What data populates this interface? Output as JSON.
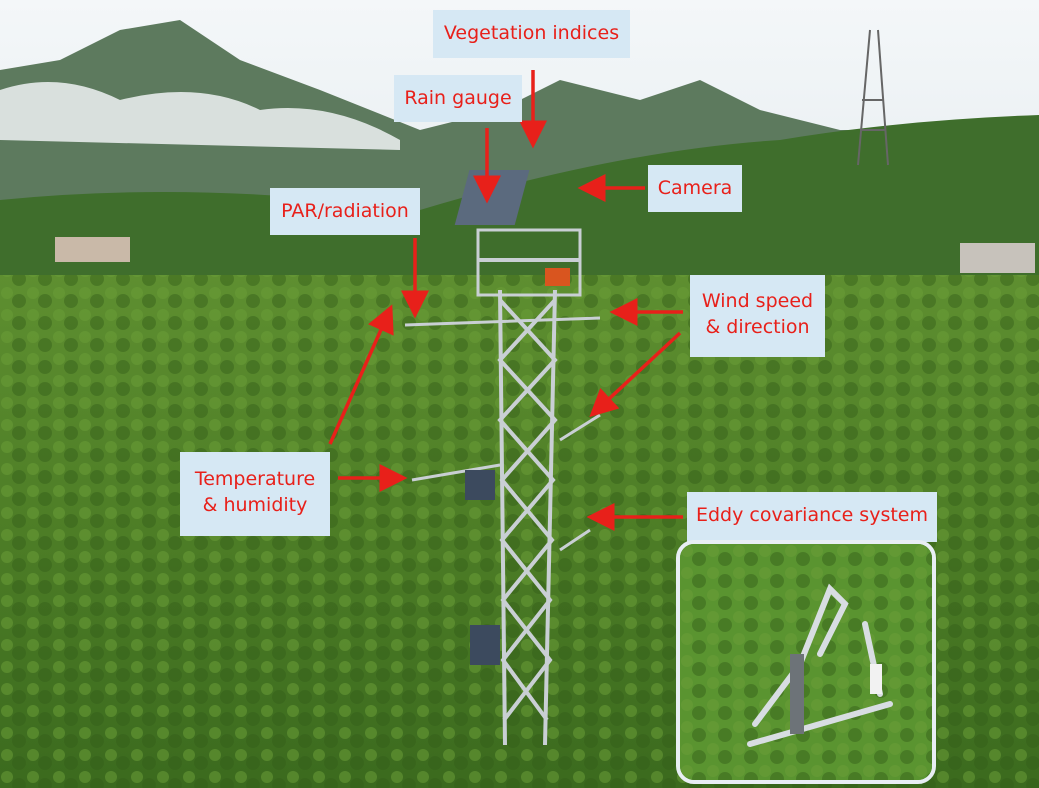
{
  "labels": {
    "vegetation_indices": "Vegetation indices",
    "rain_gauge": "Rain gauge",
    "camera": "Camera",
    "par_radiation": "PAR/radiation",
    "wind_line1": "Wind speed",
    "wind_line2": "& direction",
    "temp_line1": "Temperature",
    "temp_line2": "& humidity",
    "eddy_covariance": "Eddy covariance system"
  },
  "colors": {
    "label_text": "#e8201a",
    "label_bg": "#d6e8f4",
    "arrow": "#e8201a"
  }
}
